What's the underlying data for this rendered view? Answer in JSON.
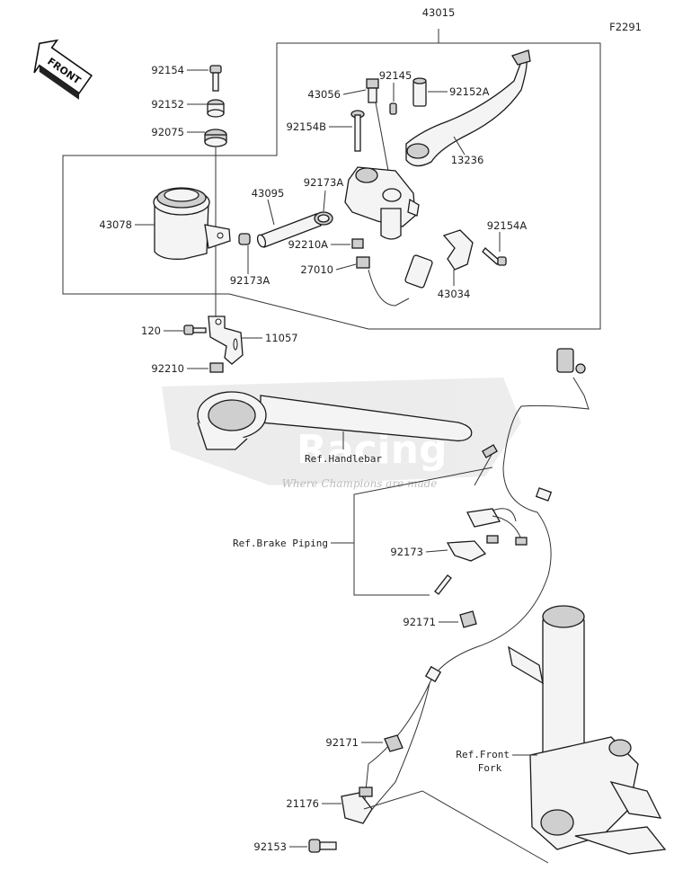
{
  "diagram_code": "F2291",
  "front_arrow_label": "FRONT",
  "watermark": {
    "main": "Racing",
    "tagline": "Where Champions are made"
  },
  "parts": {
    "p43015": "43015",
    "p92154": "92154",
    "p92152": "92152",
    "p92075": "92075",
    "p43078": "43078",
    "p43095": "43095",
    "p92173A_top": "92173A",
    "p92173A_bot": "92173A",
    "p43056": "43056",
    "p92145": "92145",
    "p92152A": "92152A",
    "p92154B": "92154B",
    "p13236": "13236",
    "p92154A": "92154A",
    "p92210A": "92210A",
    "p27010": "27010",
    "p43034": "43034",
    "p120": "120",
    "p11057": "11057",
    "p92210": "92210",
    "p92173": "92173",
    "p92171_a": "92171",
    "p92171_b": "92171",
    "p21176": "21176",
    "p92153": "92153"
  },
  "refs": {
    "handlebar": "Ref.Handlebar",
    "brake_piping": "Ref.Brake Piping",
    "front_fork_1": "Ref.Front",
    "front_fork_2": "Fork"
  }
}
